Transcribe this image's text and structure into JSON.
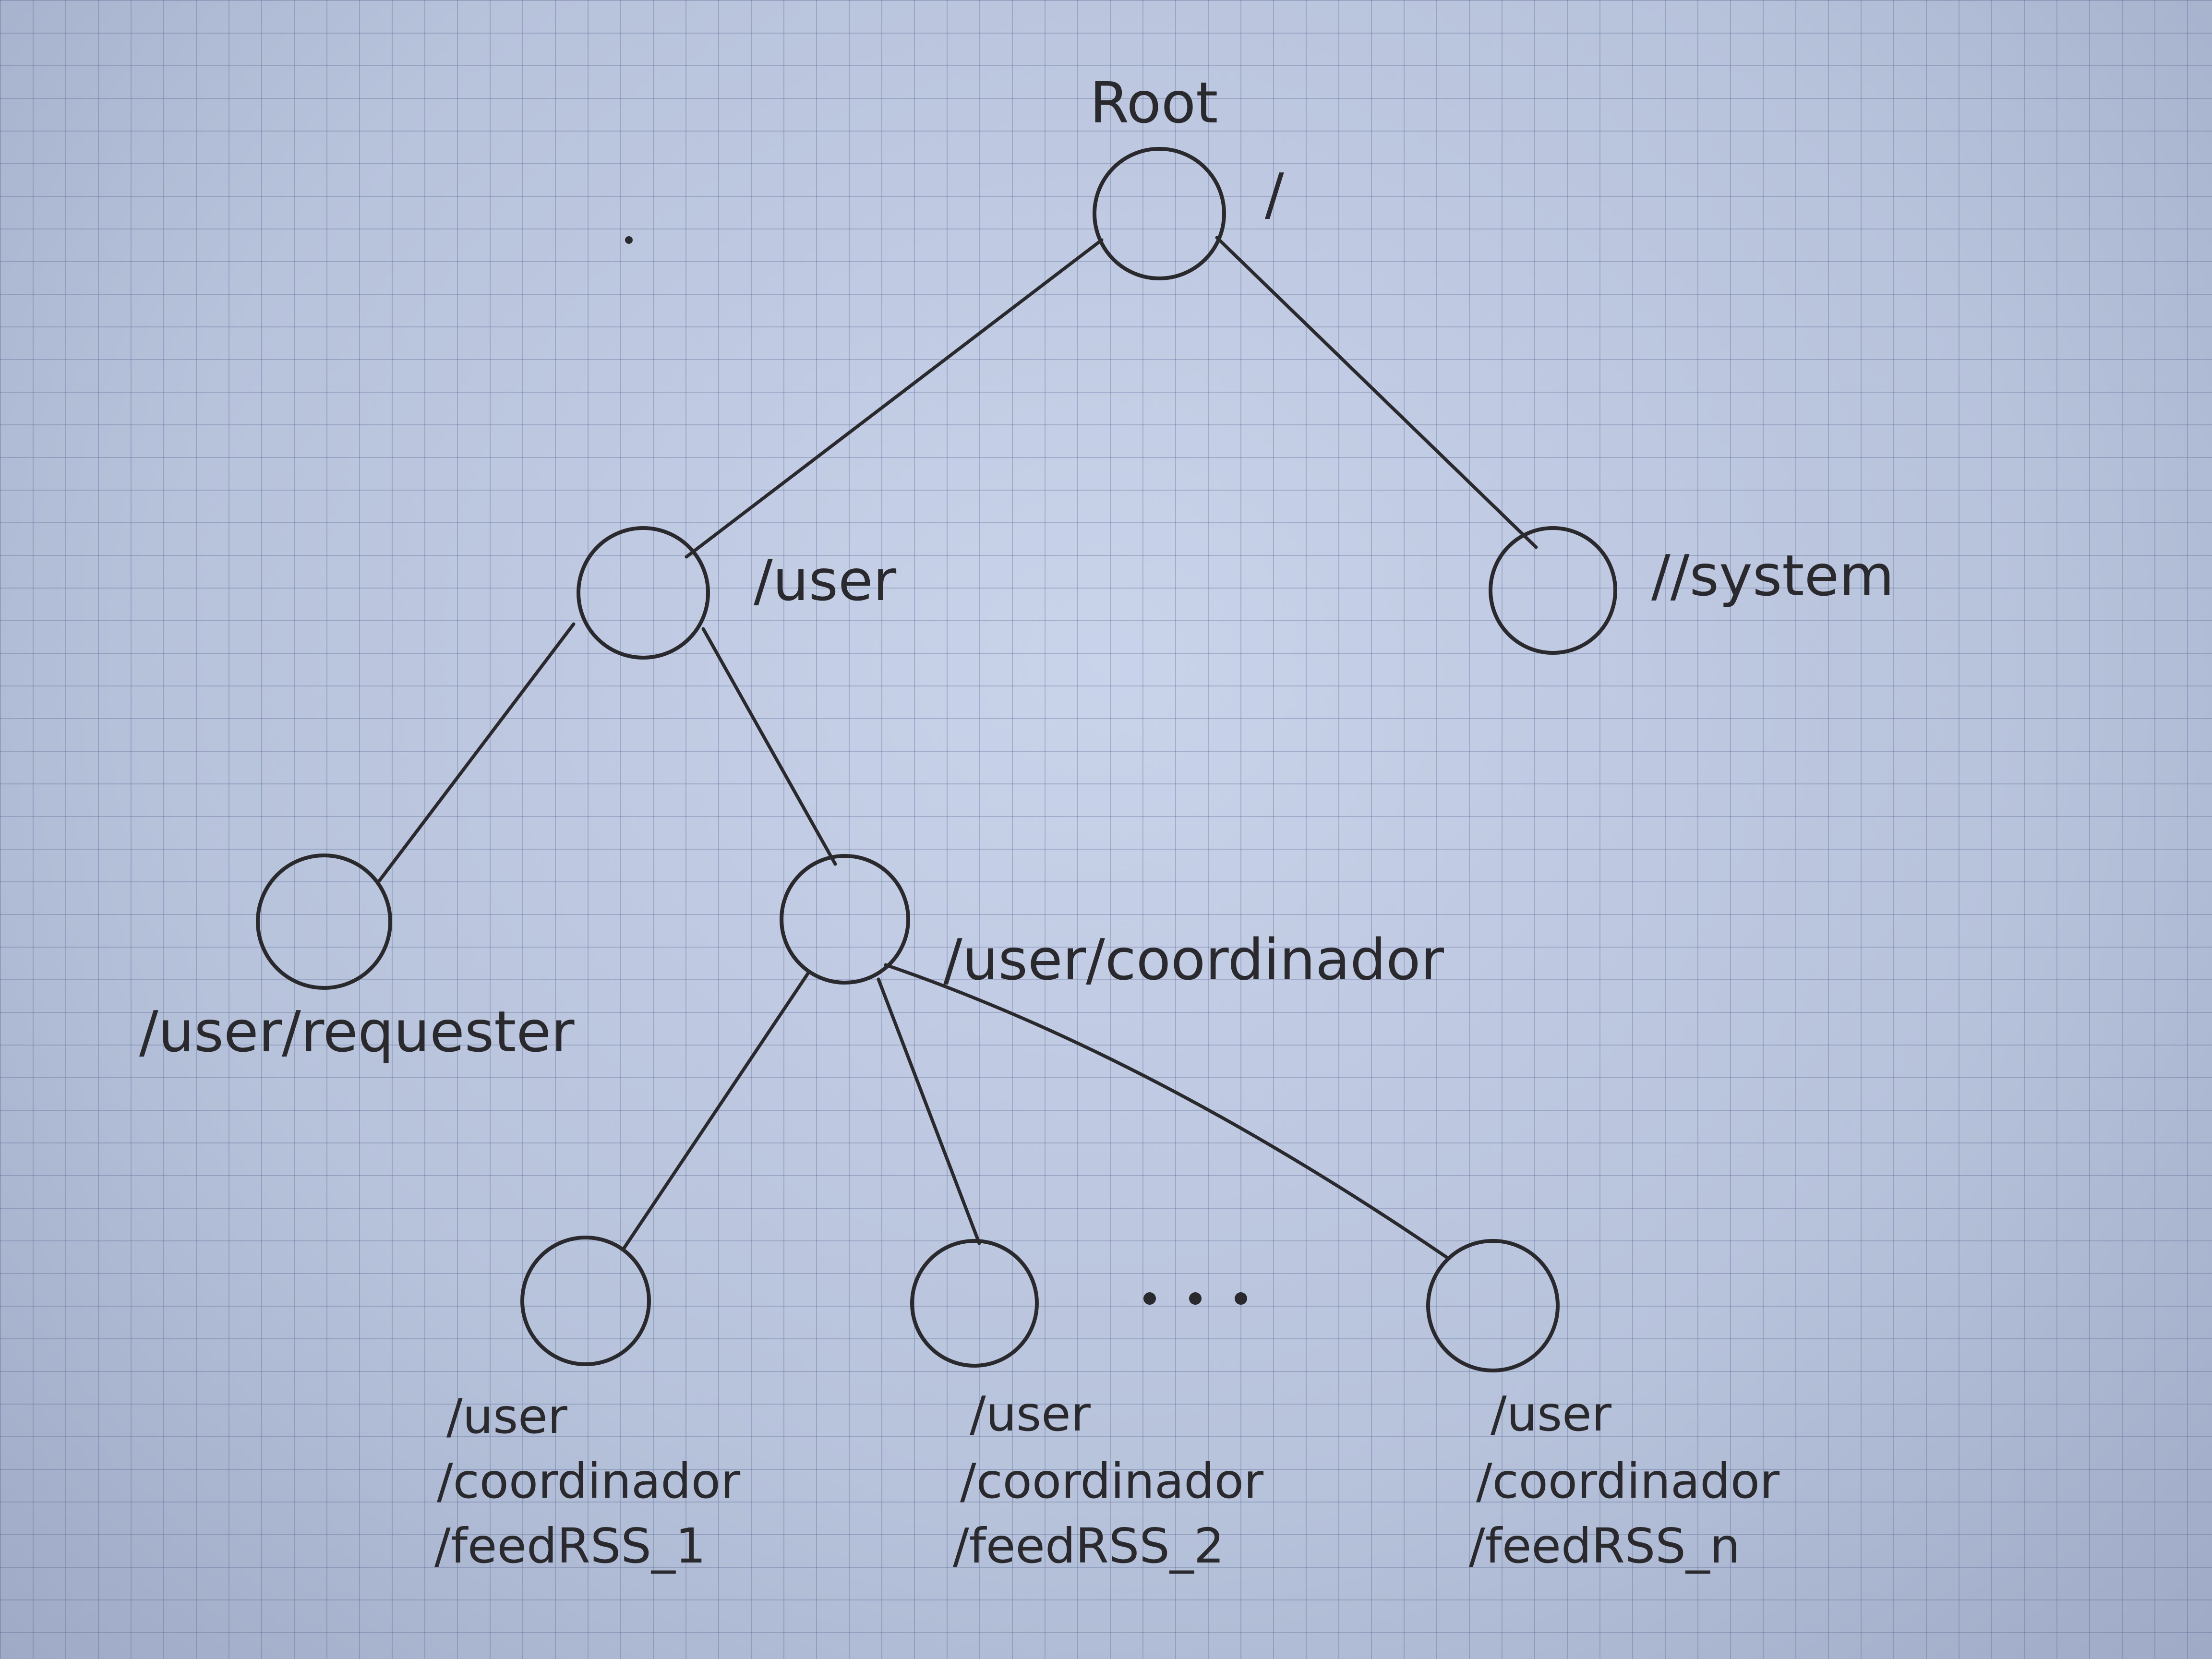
{
  "diagram": {
    "type": "tree",
    "nodes": [
      {
        "id": "root",
        "title": "Root",
        "label": "/"
      },
      {
        "id": "user",
        "label": "/user"
      },
      {
        "id": "system",
        "label": "//system"
      },
      {
        "id": "requester",
        "label": "/user/requester"
      },
      {
        "id": "coordinador",
        "label": "/user/coordinador"
      },
      {
        "id": "feed1",
        "lines": [
          "/user",
          "/coordinador",
          "/feedRSS_1"
        ]
      },
      {
        "id": "feed2",
        "lines": [
          "/user",
          "/coordinador",
          "/feedRSS_2"
        ]
      },
      {
        "id": "feedn",
        "lines": [
          "/user",
          "/coordinador",
          "/feedRSS_n"
        ]
      }
    ],
    "edges": [
      [
        "root",
        "user"
      ],
      [
        "root",
        "system"
      ],
      [
        "user",
        "requester"
      ],
      [
        "user",
        "coordinador"
      ],
      [
        "coordinador",
        "feed1"
      ],
      [
        "coordinador",
        "feed2"
      ],
      [
        "coordinador",
        "feedn"
      ]
    ],
    "ellipsis": "..."
  }
}
